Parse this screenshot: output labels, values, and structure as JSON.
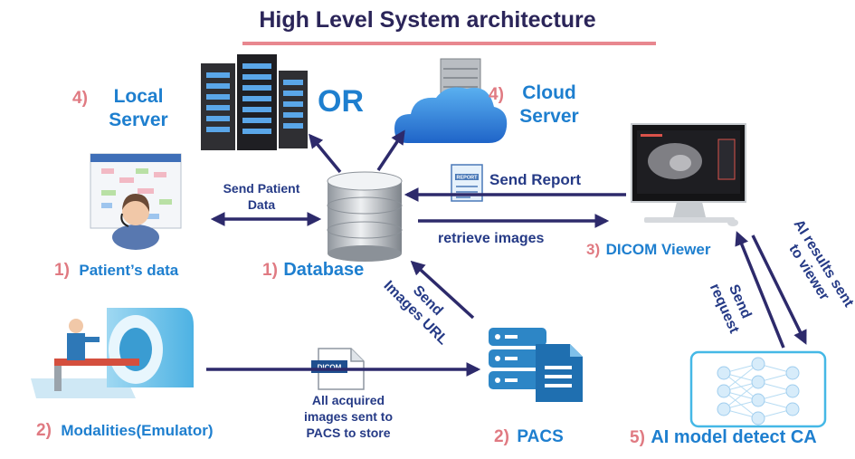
{
  "title": "High Level System architecture",
  "or_label": "OR",
  "nodes": {
    "local_server": {
      "num": "4)",
      "label_line1": "Local",
      "label_line2": "Server"
    },
    "cloud_server": {
      "num": "4)",
      "label_line1": "Cloud",
      "label_line2": "Server"
    },
    "patient_data": {
      "num": "1)",
      "label": "Patient’s data"
    },
    "database": {
      "num": "1)",
      "label": "Database"
    },
    "dicom_viewer": {
      "num": "3)",
      "label": "DICOM Viewer"
    },
    "modalities": {
      "num": "2)",
      "label": "Modalities(Emulator)"
    },
    "pacs": {
      "num": "2)",
      "label": "PACS"
    },
    "ai_model": {
      "num": "5)",
      "label": "AI model detect CA"
    }
  },
  "edges": {
    "send_patient_data_line1": "Send Patient",
    "send_patient_data_line2": "Data",
    "send_report": "Send Report",
    "retrieve_images": "retrieve images",
    "send_images_url_line1": "Send",
    "send_images_url_line2": "Images URL",
    "acquired_line1": "All acquired",
    "acquired_line2": "images sent to",
    "acquired_line3": "PACS to store",
    "send_request_line1": "Send",
    "send_request_line2": "request",
    "ai_results_line1": "AI results sent",
    "ai_results_line2": "to viewer"
  },
  "icons": {
    "report_doc": "REPORT",
    "dicom_doc": "DICOM"
  },
  "colors": {
    "title": "#2b2559",
    "underline": "#e8878f",
    "number": "#e07a82",
    "label_blue": "#1e7fcf",
    "arrow": "#2d2a6b",
    "navy_text": "#253a86"
  }
}
